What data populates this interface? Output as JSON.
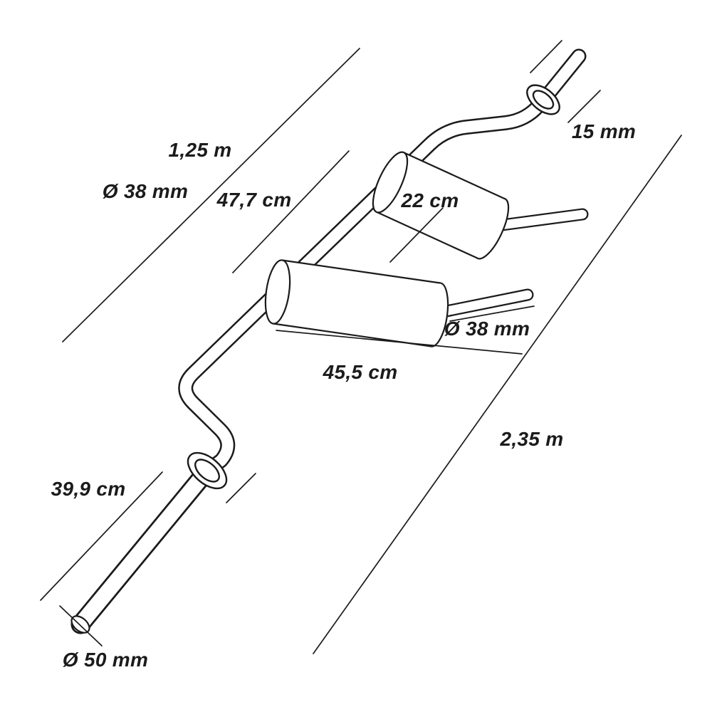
{
  "page": {
    "background_color": "#ffffff",
    "ink_color": "#1b1b1b"
  },
  "diagram": {
    "type": "technical-line-drawing",
    "subject": "cambered barbell with two rollers, collars and dimension callouts",
    "labels": {
      "bar_length_upper_left": "1,25 m",
      "shaft_diameter_left": "Ø 38 mm",
      "center_section_length": "47,7 cm",
      "roller_length": "22 cm",
      "collar_thickness": "15 mm",
      "axle_diameter_right": "Ø 38 mm",
      "roller_span": "45,5 cm",
      "total_length": "2,35 m",
      "sleeve_length": "39,9 cm",
      "sleeve_diameter": "Ø 50 mm"
    }
  }
}
